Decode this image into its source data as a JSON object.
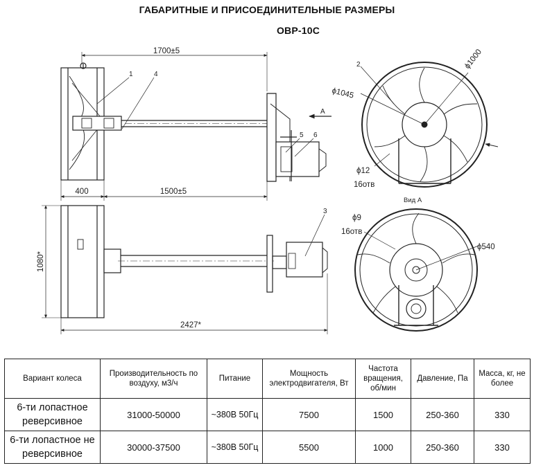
{
  "page": {
    "title": "ГАБАРИТНЫЕ И ПРИСОЕДИНИТЕЛЬНЫЕ РАЗМЕРЫ",
    "model": "ОВР-10С"
  },
  "drawing": {
    "dims": {
      "length_total": "1700±5",
      "length_shaft": "1500±5",
      "housing_len": "400",
      "height": "1080*",
      "overall": "2427*",
      "d_inner": "ϕ1000",
      "d_outer": "ϕ1045",
      "d_hole": "ϕ12",
      "holes": "16отв",
      "d_hole_b": "ϕ9",
      "holes_b": "16отв",
      "d_rim": "ϕ540"
    },
    "callouts": [
      "1",
      "4",
      "5",
      "6",
      "2",
      "3"
    ],
    "arrow_label": "А",
    "view_label": "Вид А"
  },
  "table": {
    "headers": [
      "Вариант колеса",
      "Производительность по воздуху, м3/ч",
      "Питание",
      "Мощность электродвигателя, Вт",
      "Частота вращения, об/мин",
      "Давление, Па",
      "Масса, кг, не более"
    ],
    "rows": [
      {
        "variant": "6-ти лопастное реверсивное",
        "capacity": "31000-50000",
        "power": "~380В 50Гц",
        "motor": "7500",
        "speed": "1500",
        "pressure": "250-360",
        "mass": "330"
      },
      {
        "variant": "6-ти лопастное не реверсивное",
        "capacity": "30000-37500",
        "power": "~380В 50Гц",
        "motor": "5500",
        "speed": "1000",
        "pressure": "250-360",
        "mass": "330"
      }
    ]
  }
}
